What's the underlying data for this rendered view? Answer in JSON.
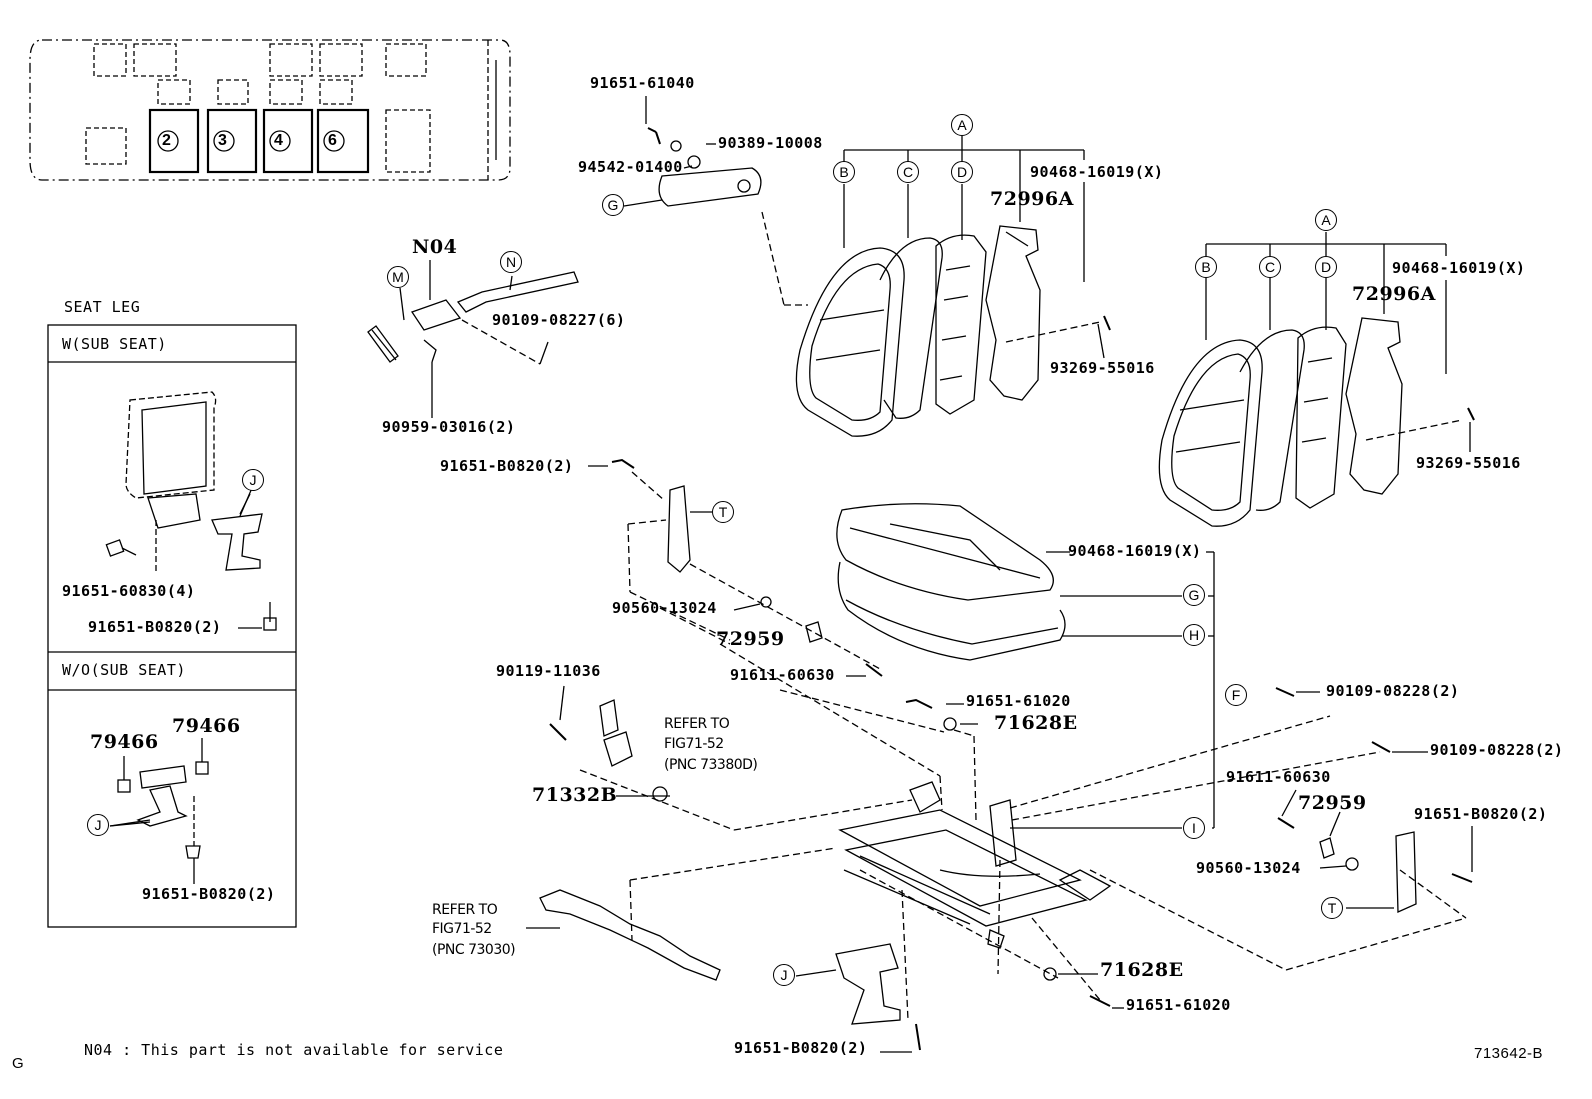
{
  "parts": {
    "p91651_61040": "91651-61040",
    "p90389_10008": "90389-10008",
    "p94542_01400": "94542-01400",
    "p90468_16019x_a": "90468-16019(X)",
    "p72996a_a": "72996A",
    "p90468_16019x_b": "90468-16019(X)",
    "p72996a_b": "72996A",
    "pN04": "N04",
    "p90109_08227": "90109-08227(6)",
    "p90959_03016": "90959-03016(2)",
    "p93269_55016_a": "93269-55016",
    "p93269_55016_b": "93269-55016",
    "p91651_B0820_top": "91651-B0820(2)",
    "p90468_16019x_c": "90468-16019(X)",
    "p90560_13024_a": "90560-13024",
    "p72959_a": "72959",
    "p91611_60630_a": "91611-60630",
    "p91651_61020_a": "91651-61020",
    "p71628e_a": "71628E",
    "p90119_11036": "90119-11036",
    "p71332b": "71332B",
    "p90109_08228_a": "90109-08228(2)",
    "p90109_08228_b": "90109-08228(2)",
    "p91611_60630_b": "91611-60630",
    "p72959_b": "72959",
    "p91651_B0820_right": "91651-B0820(2)",
    "p90560_13024_b": "90560-13024",
    "p71628e_b": "71628E",
    "p91651_61020_b": "91651-61020",
    "p91651_B0820_bottom": "91651-B0820(2)",
    "p91651_60830": "91651-60830(4)",
    "p91651_B0820_legw": "91651-B0820(2)",
    "p79466_a": "79466",
    "p79466_b": "79466",
    "p91651_B0820_legwo": "91651-B0820(2)"
  },
  "refer1": {
    "line1": "REFER TO",
    "line2": "FIG71-52",
    "line3": "(PNC 73380D)"
  },
  "refer2": {
    "line1": "REFER TO",
    "line2": "FIG71-52",
    "line3": "(PNC 73030)"
  },
  "callouts": {
    "A": "A",
    "B": "B",
    "C": "C",
    "D": "D",
    "G": "G",
    "H": "H",
    "F": "F",
    "I": "I",
    "J": "J",
    "M": "M",
    "N": "N",
    "T": "T"
  },
  "seat_leg": {
    "title": "SEAT LEG",
    "w_sub": "W(SUB SEAT)",
    "wo_sub": "W/O(SUB SEAT)"
  },
  "van_seats": [
    "2",
    "3",
    "4",
    "6"
  ],
  "footnote": "N04 : This part is not available for service",
  "corner_left": "G",
  "figure_id": "713642-B"
}
